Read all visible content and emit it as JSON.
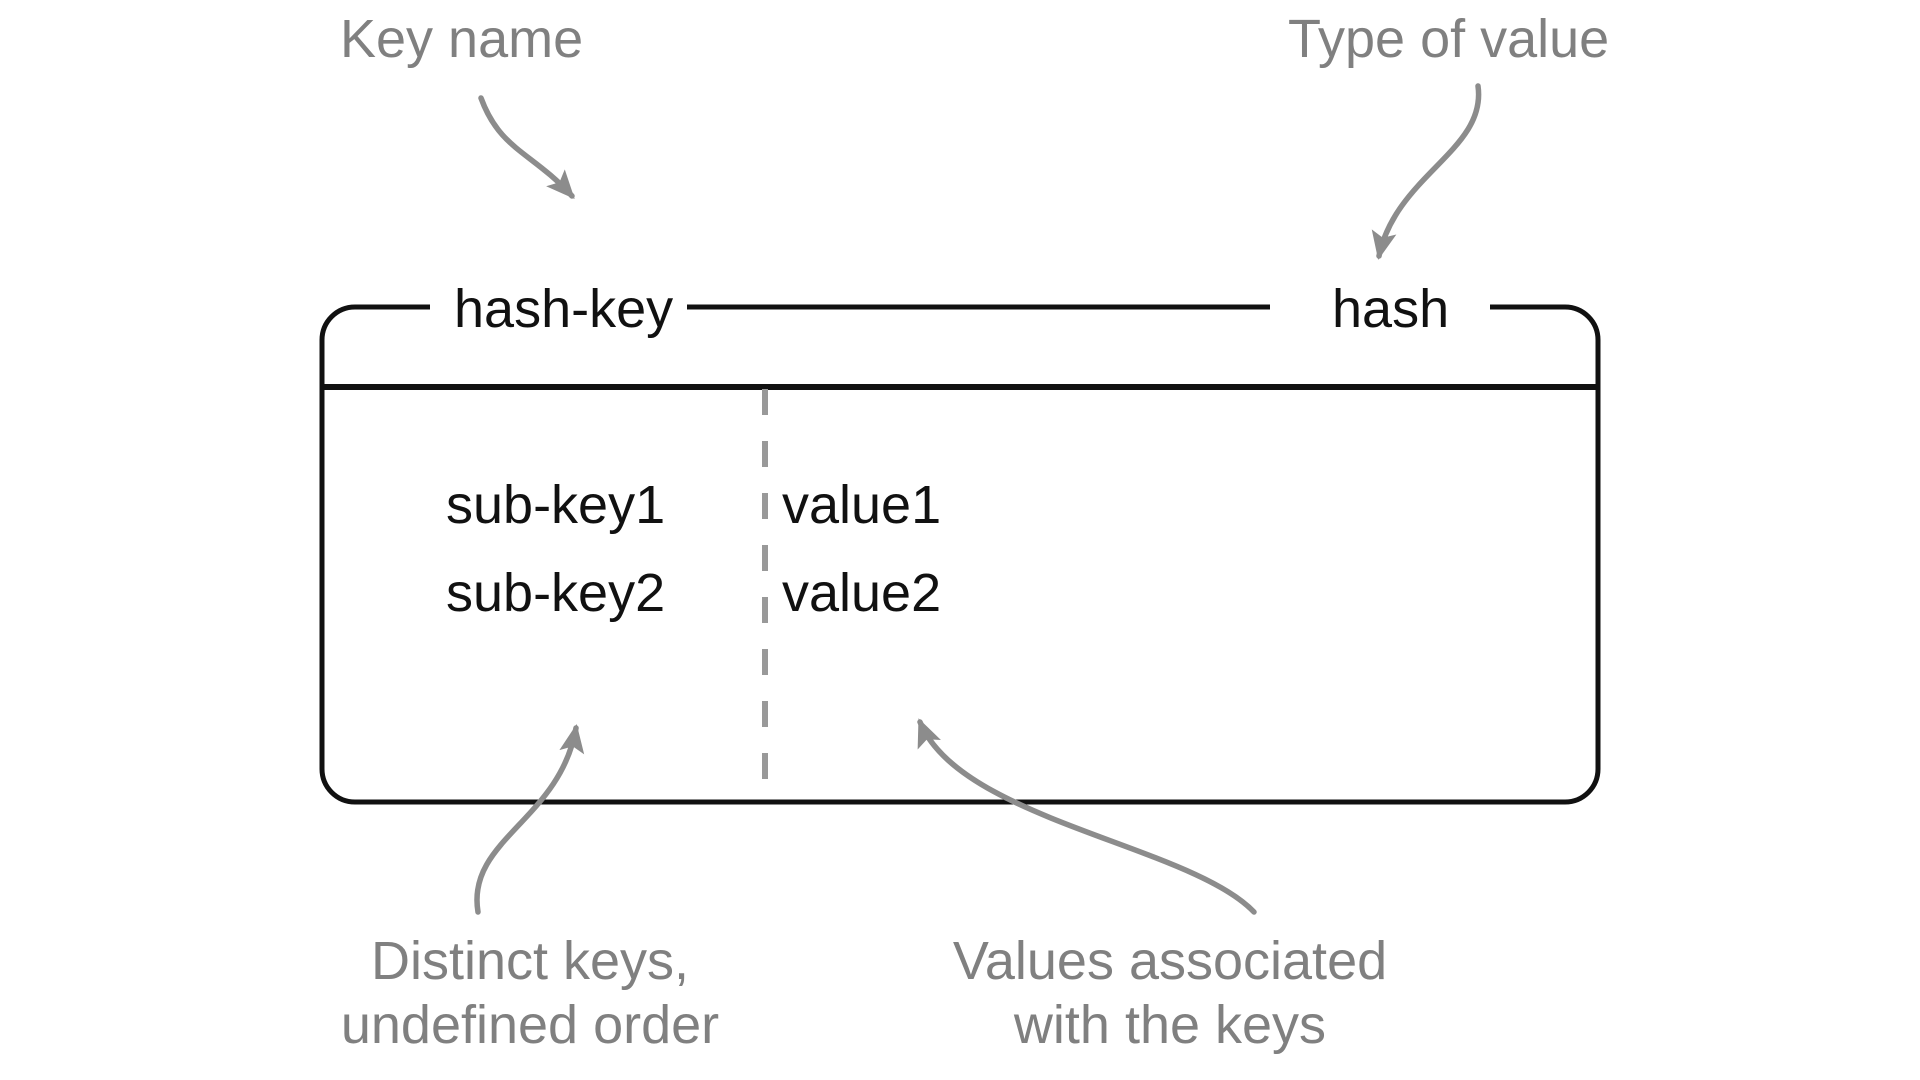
{
  "diagram": {
    "title_label_key": "Key name",
    "title_label_type": "Type of value",
    "bottom_label_left": "Distinct keys,\nundefined order",
    "bottom_label_right": "Values associated\nwith the keys",
    "box": {
      "key_name": "hash-key",
      "value_type": "hash",
      "entries": [
        {
          "key": "sub-key1",
          "value": "value1"
        },
        {
          "key": "sub-key2",
          "value": "value2"
        }
      ]
    },
    "colors": {
      "annotation": "#808080",
      "box_stroke": "#111111",
      "divider_dashed": "#999999",
      "background": "#ffffff"
    }
  }
}
